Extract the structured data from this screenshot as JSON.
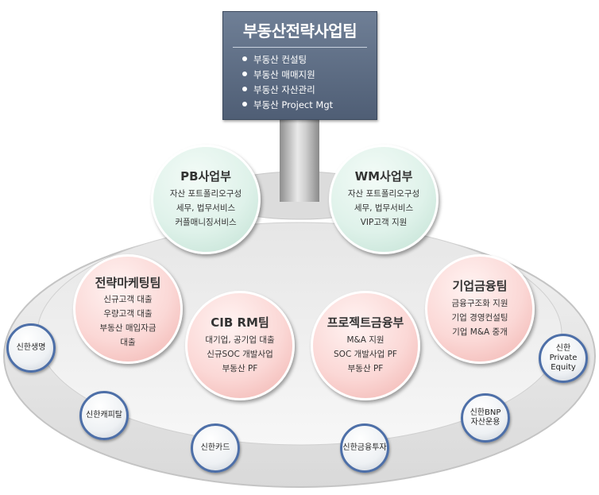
{
  "header": {
    "title": "부동산전략사업팀",
    "items": [
      "부동산 컨설팅",
      "부동산 매매지원",
      "부동산 자산관리",
      "부동산 Project Mgt"
    ]
  },
  "divisions": [
    {
      "title": "PB사업부",
      "lines": [
        "자산 포트폴리오구성",
        "세무, 법무서비스",
        "커플매니징서비스"
      ]
    },
    {
      "title": "WM사업부",
      "lines": [
        "자산 포트폴리오구성",
        "세무, 법무서비스",
        "VIP고객 지원"
      ]
    },
    {
      "title": "전략마케팅팀",
      "lines": [
        "신규고객 대출",
        "우량고객 대출",
        "부동산 매입자금",
        "대출"
      ]
    },
    {
      "title": "CIB RM팀",
      "lines": [
        "대기업, 공기업 대출",
        "신규SOC 개발사업",
        "부동산 PF"
      ]
    },
    {
      "title": "프로젝트금융부",
      "lines": [
        "M&A 지원",
        "SOC 개발사업 PF",
        "부동산 PF"
      ]
    },
    {
      "title": "기업금융팀",
      "lines": [
        "금융구조화 지원",
        "기업 경영컨설팅",
        "기업 M&A 중개"
      ]
    }
  ],
  "affiliates": [
    {
      "lines": [
        "신한생명"
      ]
    },
    {
      "lines": [
        "신한캐피탈"
      ]
    },
    {
      "lines": [
        "신한카드"
      ]
    },
    {
      "lines": [
        "신한금융투자"
      ]
    },
    {
      "lines": [
        "신한BNP",
        "자산운용"
      ]
    },
    {
      "lines": [
        "신한",
        "Private Equity"
      ]
    }
  ]
}
